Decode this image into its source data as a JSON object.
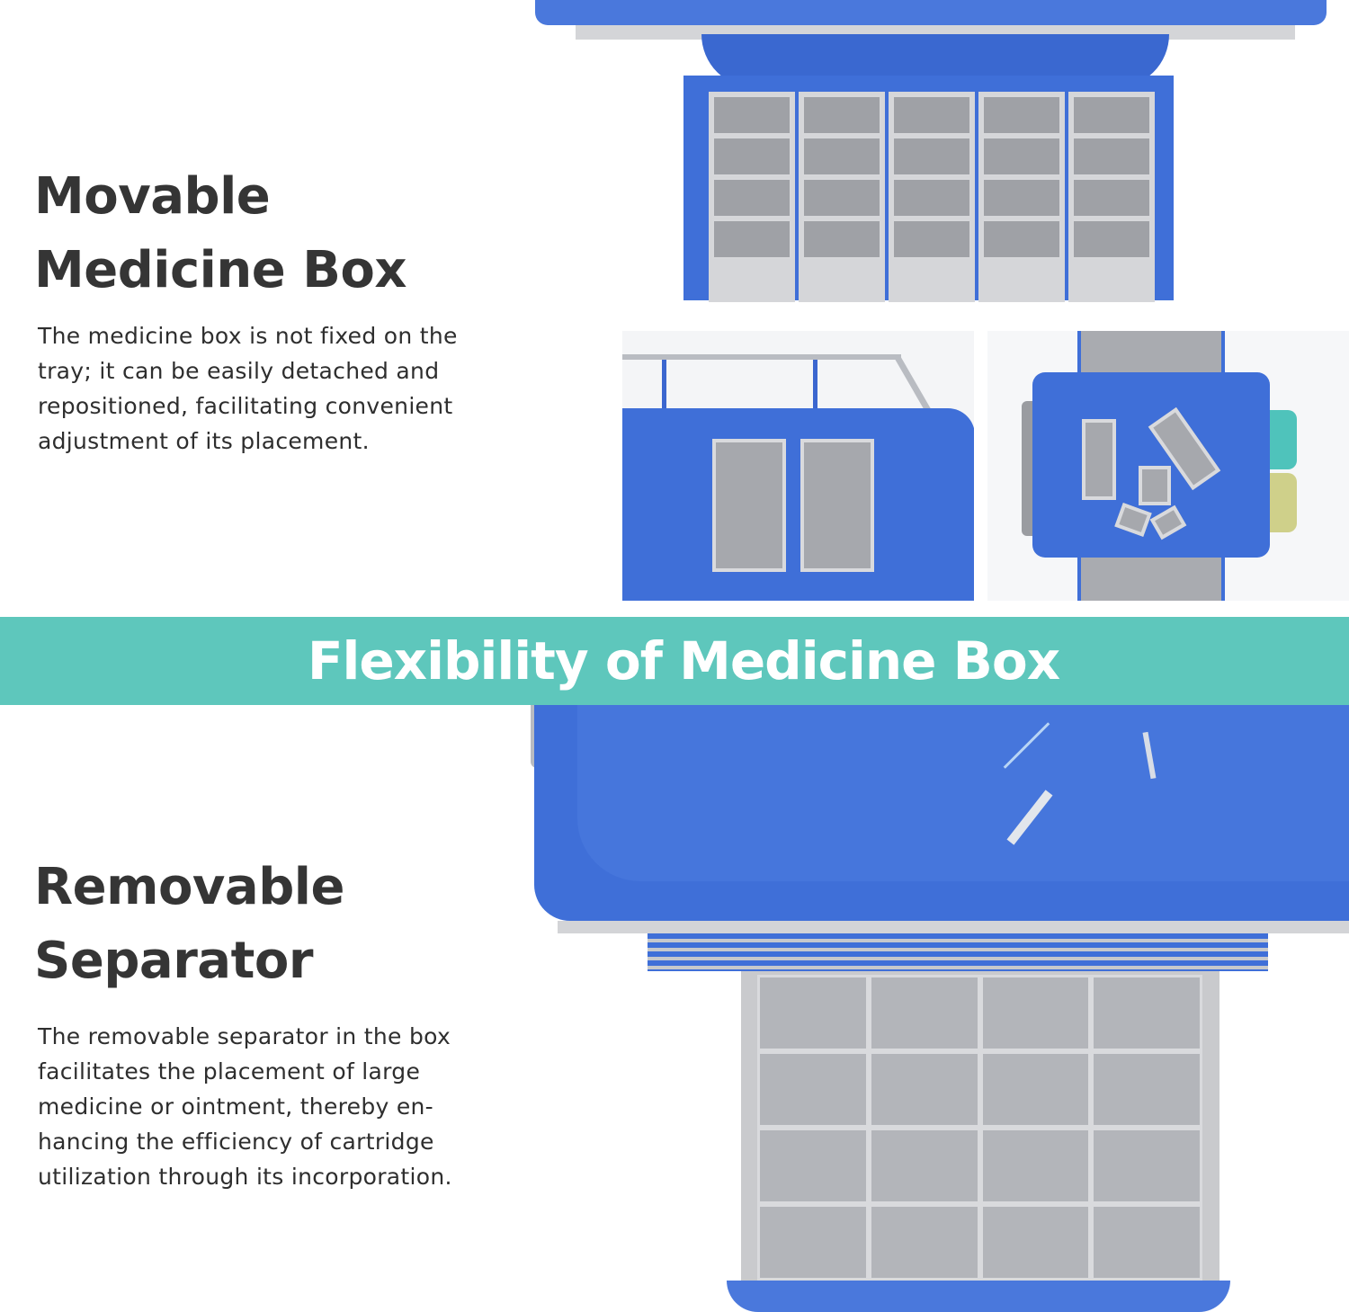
{
  "section_top": {
    "heading_lines": [
      "Movable",
      "Medicine Box"
    ],
    "body_lines": [
      "The medicine box is not fixed on the",
      "tray; it can be easily detached and",
      "repositioned, facilitating convenient",
      "adjustment of its placement."
    ]
  },
  "banner": {
    "title": "Flexibility of Medicine Box",
    "color": "#5ec7bc"
  },
  "section_bottom": {
    "heading_lines": [
      "Removable",
      "Separator"
    ],
    "body_lines": [
      "The removable separator in the box",
      "facilitates the placement of large",
      "medicine or ointment, thereby en-",
      "hancing the efficiency of cartridge",
      "utilization through its incorporation."
    ]
  },
  "colors": {
    "cart_blue": "#3f6fd8",
    "box_grey": "#a6a8ad",
    "heading_text": "#353535",
    "accent_teal": "#5ec7bc",
    "accent_yellow": "#cfd08a"
  },
  "images": [
    {
      "name": "drawer-with-five-medicine-boxes",
      "columns": 5,
      "rows": 4
    },
    {
      "name": "tray-with-two-boxes"
    },
    {
      "name": "tray-with-scattered-boxes"
    },
    {
      "name": "drawer-with-separator-grid",
      "columns": 4,
      "rows": 4
    }
  ]
}
